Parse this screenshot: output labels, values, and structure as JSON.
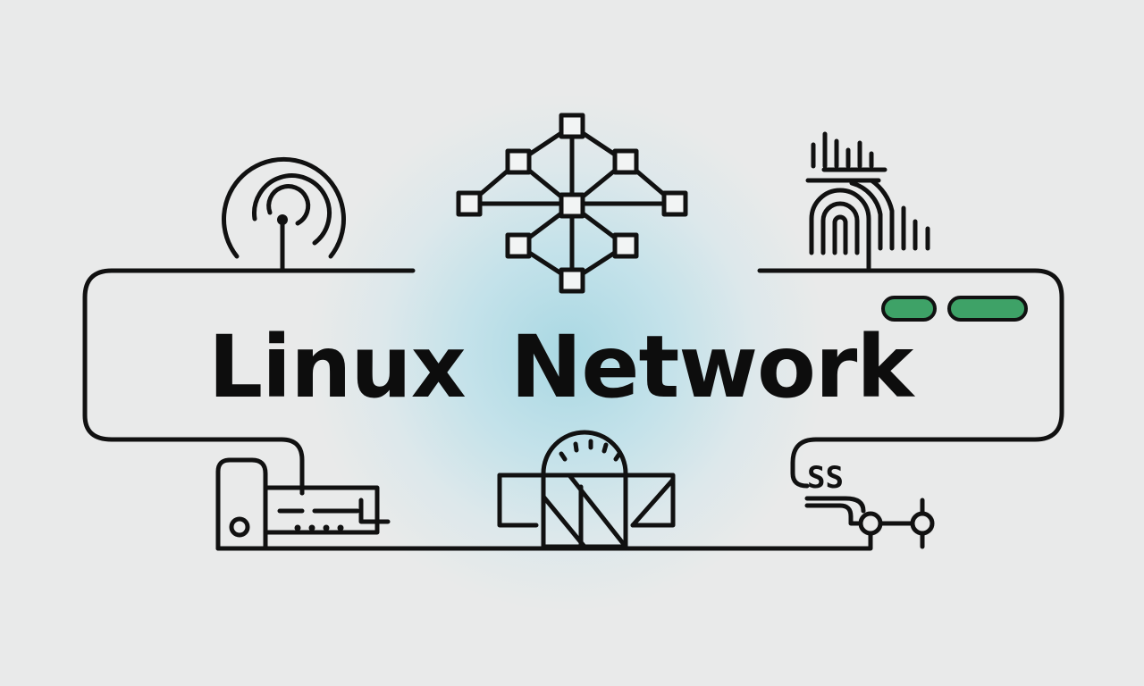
{
  "title": {
    "word1": "Linux",
    "word2": "Network"
  },
  "ss_label": "SS",
  "colors": {
    "background": "#e9eaea",
    "glow": "#a9d8e3",
    "ink": "#111111",
    "status_led": "#3ea267"
  },
  "icons": [
    "wireless-antenna-icon",
    "network-topology-icon",
    "fingerprint-signal-icon",
    "router-device-icon",
    "firewall-gateway-icon",
    "ss-command-icon",
    "status-led-icon"
  ]
}
